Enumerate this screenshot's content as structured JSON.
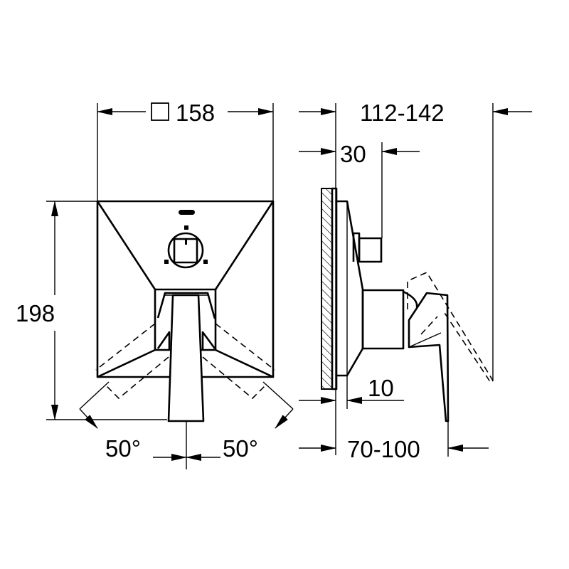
{
  "drawing": {
    "front_view": {
      "width_label": "158",
      "width_prefix_symbol": "square",
      "height_label": "198",
      "angle_left_label": "50°",
      "angle_right_label": "50°"
    },
    "side_view": {
      "overall_depth_label": "112-142",
      "pin_depth_label": "30",
      "plate_offset_label": "10",
      "lever_depth_label": "70-100"
    },
    "colors": {
      "line": "#000000",
      "background": "#ffffff"
    }
  }
}
